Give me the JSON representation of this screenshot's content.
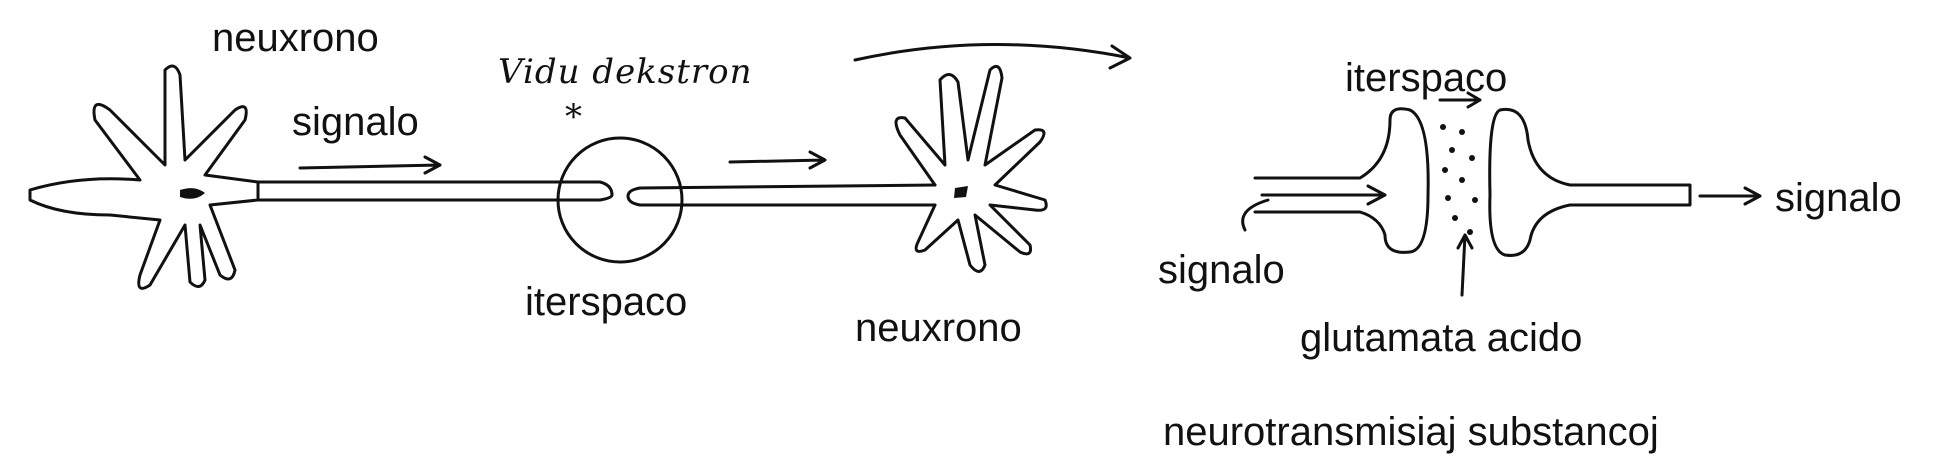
{
  "colors": {
    "ink": "#111111",
    "background": "#ffffff"
  },
  "labels": {
    "neuron_left": "neuxrono",
    "signal_top": "signalo",
    "see_right": "Vidu dekstron",
    "asterisk": "*",
    "synapse_gap_left": "iterspaco",
    "neuron_right": "neuxrono",
    "synapse_gap_right": "iterspaco",
    "signal_in": "signalo",
    "signal_out": "signalo",
    "glutamate": "glutamata acido",
    "neurotransmitters": "neurotransmisiaj substancoj"
  }
}
